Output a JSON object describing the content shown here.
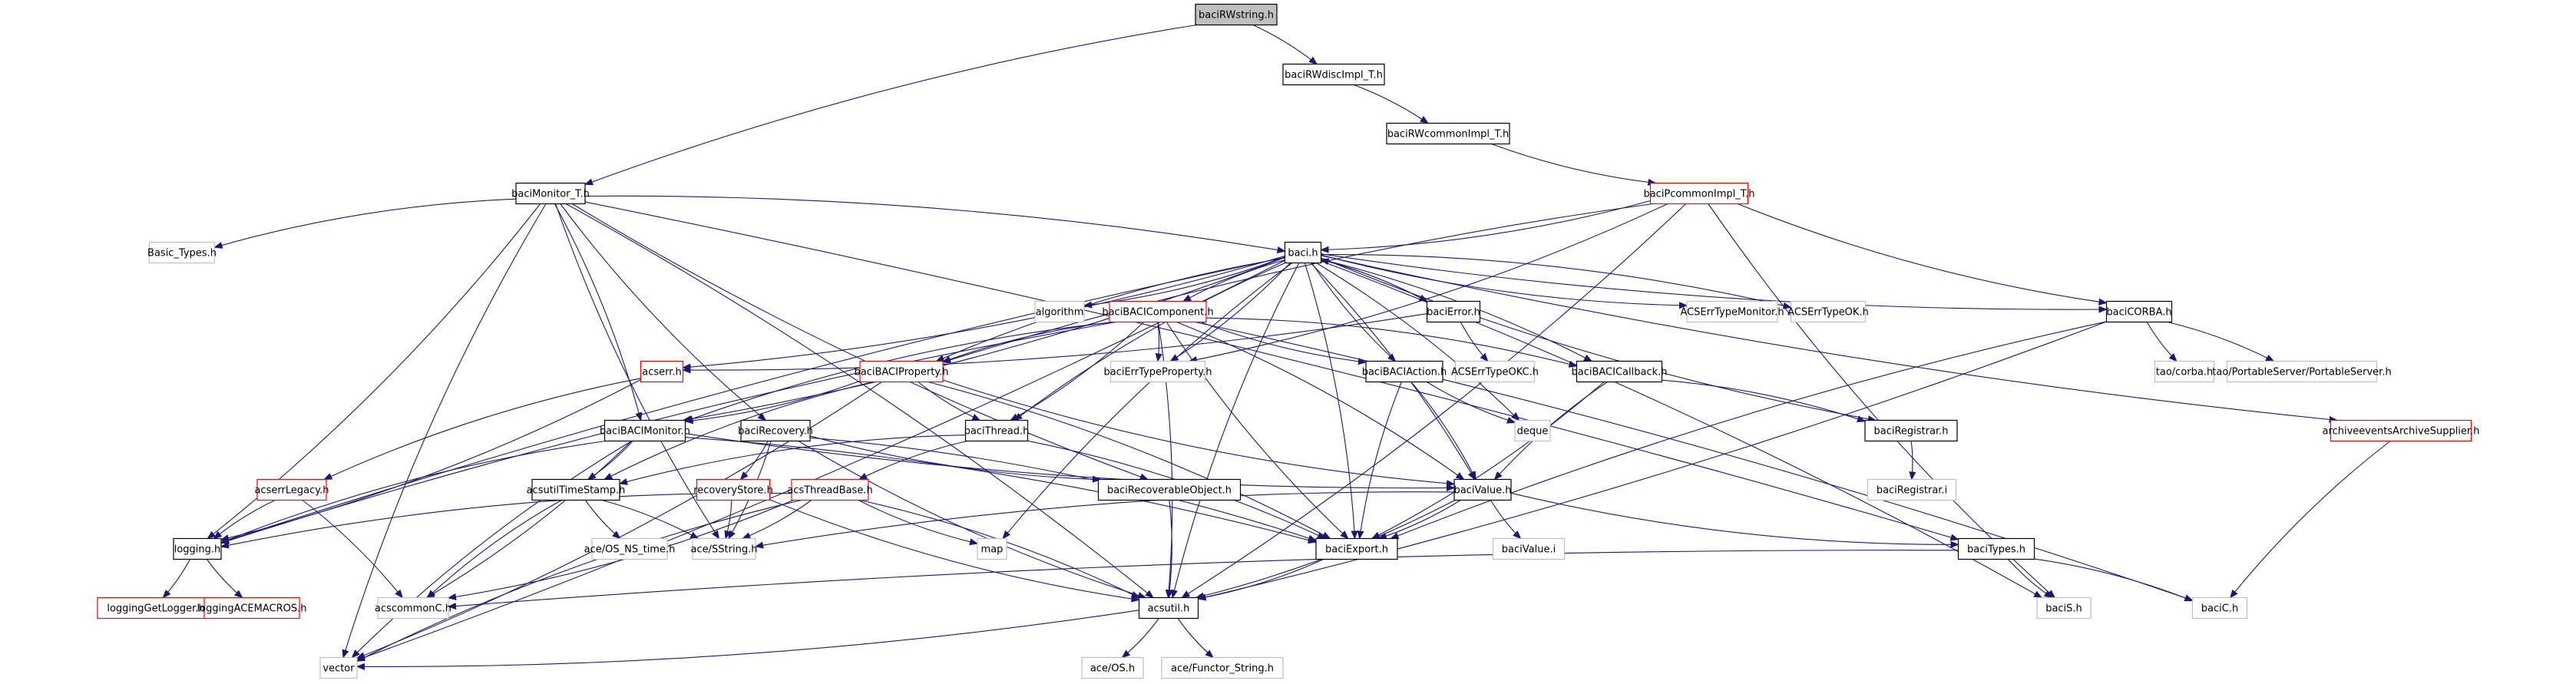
{
  "title": "baciRWstring.h",
  "colors": {
    "edge": "#191970",
    "root_fill": "#bfbfbf",
    "documented_border": "#000000",
    "truncated_border": "#ff0000",
    "external_border": "#bfbfbf"
  },
  "legend_kinds": {
    "root": "file being documented",
    "documented": "documented header",
    "truncated": "header with hidden includes",
    "external": "undocumented / system header"
  },
  "nodes": [
    {
      "id": "baciRWstring",
      "label": "baciRWstring.h",
      "kind": "root"
    },
    {
      "id": "baciRWdiscImpl_T",
      "label": "baciRWdiscImpl_T.h",
      "kind": "documented"
    },
    {
      "id": "baciRWcommonImpl_T",
      "label": "baciRWcommonImpl_T.h",
      "kind": "documented"
    },
    {
      "id": "baciPcommonImpl_T",
      "label": "baciPcommonImpl_T.h",
      "kind": "truncated"
    },
    {
      "id": "baciMonitor_T",
      "label": "baciMonitor_T.h",
      "kind": "documented"
    },
    {
      "id": "Basic_Types",
      "label": "Basic_Types.h",
      "kind": "external"
    },
    {
      "id": "baci",
      "label": "baci.h",
      "kind": "documented"
    },
    {
      "id": "algorithm",
      "label": "algorithm",
      "kind": "external"
    },
    {
      "id": "baciBACIComponent",
      "label": "baciBACIComponent.h",
      "kind": "truncated"
    },
    {
      "id": "baciError",
      "label": "baciError.h",
      "kind": "documented"
    },
    {
      "id": "ACSErrTypeMonitor",
      "label": "ACSErrTypeMonitor.h",
      "kind": "external"
    },
    {
      "id": "ACSErrTypeOK",
      "label": "ACSErrTypeOK.h",
      "kind": "external"
    },
    {
      "id": "baciCORBA",
      "label": "baciCORBA.h",
      "kind": "documented"
    },
    {
      "id": "acserr",
      "label": "acserr.h",
      "kind": "truncated"
    },
    {
      "id": "baciBACIProperty",
      "label": "baciBACIProperty.h",
      "kind": "truncated"
    },
    {
      "id": "baciErrTypeProperty",
      "label": "baciErrTypeProperty.h",
      "kind": "external"
    },
    {
      "id": "baciBACIAction",
      "label": "baciBACIAction.h",
      "kind": "documented"
    },
    {
      "id": "ACSErrTypeOKC",
      "label": "ACSErrTypeOKC.h",
      "kind": "external"
    },
    {
      "id": "baciBACICallback",
      "label": "baciBACICallback.h",
      "kind": "documented"
    },
    {
      "id": "tao_corba",
      "label": "tao/corba.h",
      "kind": "external"
    },
    {
      "id": "tao_PortableServer",
      "label": "tao/PortableServer/PortableServer.h",
      "kind": "external"
    },
    {
      "id": "archiveeventsArchiveSupplier",
      "label": "archiveeventsArchiveSupplier.h",
      "kind": "truncated"
    },
    {
      "id": "baciBACIMonitor",
      "label": "baciBACIMonitor.h",
      "kind": "documented"
    },
    {
      "id": "baciRecovery",
      "label": "baciRecovery.h",
      "kind": "documented"
    },
    {
      "id": "baciThread",
      "label": "baciThread.h",
      "kind": "documented"
    },
    {
      "id": "deque",
      "label": "deque",
      "kind": "external"
    },
    {
      "id": "baciRegistrar",
      "label": "baciRegistrar.h",
      "kind": "documented"
    },
    {
      "id": "baciRegistrar_i",
      "label": "baciRegistrar.i",
      "kind": "external"
    },
    {
      "id": "acserrLegacy",
      "label": "acserrLegacy.h",
      "kind": "truncated"
    },
    {
      "id": "acsutilTimeStamp",
      "label": "acsutilTimeStamp.h",
      "kind": "documented"
    },
    {
      "id": "recoveryStore",
      "label": "recoveryStore.h",
      "kind": "truncated"
    },
    {
      "id": "acsThreadBase",
      "label": "acsThreadBase.h",
      "kind": "truncated"
    },
    {
      "id": "baciRecoverableObject",
      "label": "baciRecoverableObject.h",
      "kind": "documented"
    },
    {
      "id": "baciValue",
      "label": "baciValue.h",
      "kind": "documented"
    },
    {
      "id": "logging",
      "label": "logging.h",
      "kind": "documented"
    },
    {
      "id": "ace_OS_NS_time",
      "label": "ace/OS_NS_time.h",
      "kind": "external"
    },
    {
      "id": "ace_SString",
      "label": "ace/SString.h",
      "kind": "external"
    },
    {
      "id": "map",
      "label": "map",
      "kind": "external"
    },
    {
      "id": "baciExport",
      "label": "baciExport.h",
      "kind": "documented"
    },
    {
      "id": "baciValue_i",
      "label": "baciValue.i",
      "kind": "external"
    },
    {
      "id": "baciTypes",
      "label": "baciTypes.h",
      "kind": "documented"
    },
    {
      "id": "loggingGetLogger",
      "label": "loggingGetLogger.h",
      "kind": "truncated"
    },
    {
      "id": "loggingACEMACROS",
      "label": "loggingACEMACROS.h",
      "kind": "truncated"
    },
    {
      "id": "acscommonC",
      "label": "acscommonC.h",
      "kind": "external"
    },
    {
      "id": "acsutil",
      "label": "acsutil.h",
      "kind": "documented"
    },
    {
      "id": "baciS",
      "label": "baciS.h",
      "kind": "external"
    },
    {
      "id": "baciC",
      "label": "baciC.h",
      "kind": "external"
    },
    {
      "id": "vector",
      "label": "vector",
      "kind": "external"
    },
    {
      "id": "ace_OS",
      "label": "ace/OS.h",
      "kind": "external"
    },
    {
      "id": "ace_Functor_String",
      "label": "ace/Functor_String.h",
      "kind": "external"
    }
  ],
  "edges": [
    [
      "baciRWstring",
      "baciRWdiscImpl_T"
    ],
    [
      "baciRWstring",
      "baciMonitor_T"
    ],
    [
      "baciRWdiscImpl_T",
      "baciRWcommonImpl_T"
    ],
    [
      "baciRWcommonImpl_T",
      "baciPcommonImpl_T"
    ],
    [
      "baciPcommonImpl_T",
      "baci"
    ],
    [
      "baciPcommonImpl_T",
      "baciCORBA"
    ],
    [
      "baciPcommonImpl_T",
      "baciErrTypeProperty"
    ],
    [
      "baciPcommonImpl_T",
      "baciBACIProperty"
    ],
    [
      "baciPcommonImpl_T",
      "acsutil"
    ],
    [
      "baciPcommonImpl_T",
      "baciS"
    ],
    [
      "baciMonitor_T",
      "baci"
    ],
    [
      "baciMonitor_T",
      "Basic_Types"
    ],
    [
      "baciMonitor_T",
      "logging"
    ],
    [
      "baciMonitor_T",
      "vector"
    ],
    [
      "baciMonitor_T",
      "baciBACIMonitor"
    ],
    [
      "baciMonitor_T",
      "baciRecovery"
    ],
    [
      "baciMonitor_T",
      "baciTypes"
    ],
    [
      "baciMonitor_T",
      "ace_SString"
    ],
    [
      "baciMonitor_T",
      "acsutil"
    ],
    [
      "baciMonitor_T",
      "baciRecoverableObject"
    ],
    [
      "baci",
      "algorithm"
    ],
    [
      "baci",
      "baciBACIComponent"
    ],
    [
      "baci",
      "baciError"
    ],
    [
      "baci",
      "ACSErrTypeMonitor"
    ],
    [
      "baci",
      "ACSErrTypeOK"
    ],
    [
      "baci",
      "baciCORBA"
    ],
    [
      "baci",
      "acserr"
    ],
    [
      "baci",
      "baciBACIProperty"
    ],
    [
      "baci",
      "baciErrTypeProperty"
    ],
    [
      "baci",
      "baciBACIAction"
    ],
    [
      "baci",
      "baciBACICallback"
    ],
    [
      "baci",
      "archiveeventsArchiveSupplier"
    ],
    [
      "baci",
      "baciBACIMonitor"
    ],
    [
      "baci",
      "baciThread"
    ],
    [
      "baci",
      "deque"
    ],
    [
      "baci",
      "baciRegistrar"
    ],
    [
      "baci",
      "baciValue"
    ],
    [
      "baci",
      "map"
    ],
    [
      "baci",
      "baciExport"
    ],
    [
      "baci",
      "acsutil"
    ],
    [
      "baci",
      "baciS"
    ],
    [
      "baci",
      "logging"
    ],
    [
      "baci",
      "vector"
    ],
    [
      "baciError",
      "baci"
    ],
    [
      "baciError",
      "acserr"
    ],
    [
      "baciError",
      "ACSErrTypeOKC"
    ],
    [
      "baciBACIComponent",
      "baciErrTypeProperty"
    ],
    [
      "baciBACIComponent",
      "baciBACIAction"
    ],
    [
      "baciBACIComponent",
      "baciBACICallback"
    ],
    [
      "baciBACIComponent",
      "baciBACIProperty"
    ],
    [
      "baciBACIComponent",
      "baciThread"
    ],
    [
      "baciBACIComponent",
      "baciBACIMonitor"
    ],
    [
      "baciBACIComponent",
      "baciValue"
    ],
    [
      "baciBACIComponent",
      "baciExport"
    ],
    [
      "baciBACIComponent",
      "acsutil"
    ],
    [
      "baciBACIComponent",
      "logging"
    ],
    [
      "baciBACIComponent",
      "baciC"
    ],
    [
      "baciCORBA",
      "tao_corba"
    ],
    [
      "baciCORBA",
      "tao_PortableServer"
    ],
    [
      "baciCORBA",
      "baciExport"
    ],
    [
      "baciCORBA",
      "acsutil"
    ],
    [
      "acserr",
      "acserrLegacy"
    ],
    [
      "acserr",
      "logging"
    ],
    [
      "baciBACIProperty",
      "baciThread"
    ],
    [
      "baciBACIProperty",
      "baciBACIMonitor"
    ],
    [
      "baciBACIProperty",
      "baciValue"
    ],
    [
      "baciBACIProperty",
      "baciExport"
    ],
    [
      "baciBACIProperty",
      "acsutilTimeStamp"
    ],
    [
      "baciBACIProperty",
      "vector"
    ],
    [
      "baciBACIAction",
      "deque"
    ],
    [
      "baciBACIAction",
      "baciValue"
    ],
    [
      "baciBACIAction",
      "baciExport"
    ],
    [
      "baciBACICallback",
      "baciRegistrar"
    ],
    [
      "baciBACICallback",
      "baciValue"
    ],
    [
      "baciBACICallback",
      "baciExport"
    ],
    [
      "archiveeventsArchiveSupplier",
      "baciC"
    ],
    [
      "baciBACIMonitor",
      "acsutilTimeStamp"
    ],
    [
      "baciBACIMonitor",
      "baciValue"
    ],
    [
      "baciBACIMonitor",
      "baciExport"
    ],
    [
      "baciBACIMonitor",
      "logging"
    ],
    [
      "baciBACIMonitor",
      "acscommonC"
    ],
    [
      "baciBACIMonitor",
      "vector"
    ],
    [
      "baciRecovery",
      "recoveryStore"
    ],
    [
      "baciRecovery",
      "baciRecoverableObject"
    ],
    [
      "baciRecovery",
      "baciExport"
    ],
    [
      "baciRecovery",
      "acsutil"
    ],
    [
      "baciRecovery",
      "ace_SString"
    ],
    [
      "baciThread",
      "acsThreadBase"
    ],
    [
      "baciThread",
      "baciExport"
    ],
    [
      "baciThread",
      "acsutilTimeStamp"
    ],
    [
      "baciRegistrar",
      "baciRegistrar_i"
    ],
    [
      "acserrLegacy",
      "logging"
    ],
    [
      "acserrLegacy",
      "acscommonC"
    ],
    [
      "acsutilTimeStamp",
      "ace_OS_NS_time"
    ],
    [
      "acsutilTimeStamp",
      "ace_SString"
    ],
    [
      "acsutilTimeStamp",
      "acscommonC"
    ],
    [
      "recoveryStore",
      "ace_SString"
    ],
    [
      "recoveryStore",
      "acsutil"
    ],
    [
      "acsThreadBase",
      "ace_SString"
    ],
    [
      "acsThreadBase",
      "map"
    ],
    [
      "acsThreadBase",
      "acsutil"
    ],
    [
      "acsThreadBase",
      "logging"
    ],
    [
      "acsThreadBase",
      "acscommonC"
    ],
    [
      "acsThreadBase",
      "vector"
    ],
    [
      "baciRecoverableObject",
      "acsutil"
    ],
    [
      "baciValue",
      "baciValue_i"
    ],
    [
      "baciValue",
      "baciExport"
    ],
    [
      "baciValue",
      "baciTypes"
    ],
    [
      "baciValue",
      "acsutil"
    ],
    [
      "baciValue",
      "ace_SString"
    ],
    [
      "logging",
      "loggingGetLogger"
    ],
    [
      "logging",
      "loggingACEMACROS"
    ],
    [
      "baciExport",
      "acsutil"
    ],
    [
      "baciTypes",
      "baciS"
    ],
    [
      "baciTypes",
      "baciC"
    ],
    [
      "baciTypes",
      "acscommonC"
    ],
    [
      "acsutil",
      "ace_OS"
    ],
    [
      "acsutil",
      "ace_Functor_String"
    ],
    [
      "acsutil",
      "vector"
    ]
  ]
}
